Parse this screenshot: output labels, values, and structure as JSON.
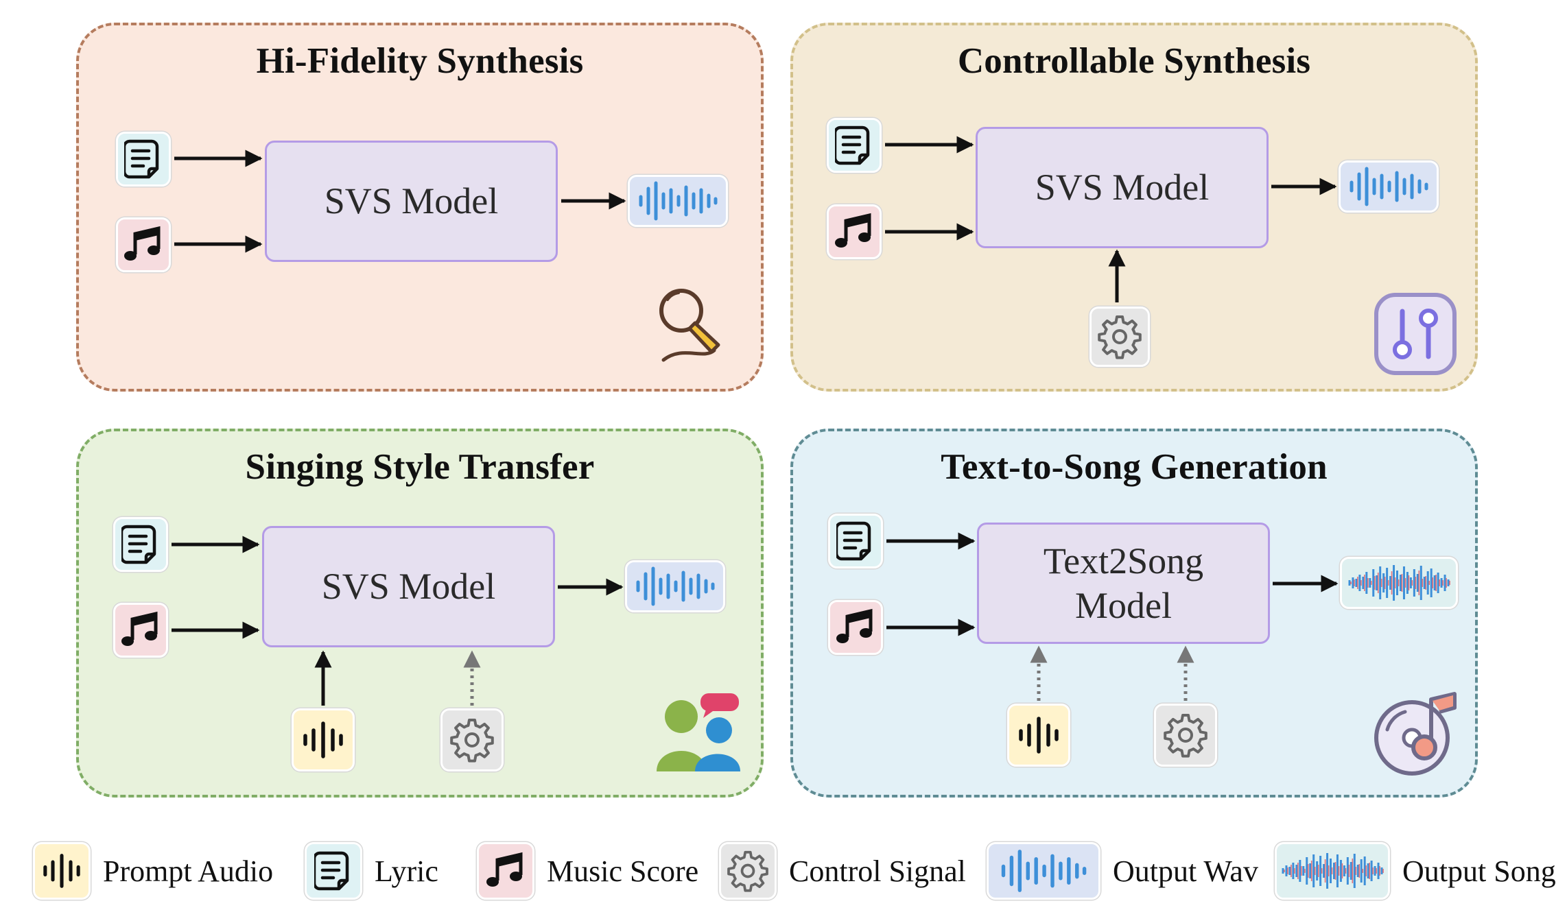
{
  "panels": {
    "hifi": {
      "title": "Hi-Fidelity Synthesis",
      "model": "SVS Model",
      "corner_icon": "microphone-icon",
      "bg": "#fbe8de",
      "border": "#b57c5e"
    },
    "ctrl": {
      "title": "Controllable Synthesis",
      "model": "SVS Model",
      "corner_icon": "sliders-icon",
      "bg": "#f4ead6",
      "border": "#d2c08a"
    },
    "style": {
      "title": "Singing Style Transfer",
      "model": "SVS Model",
      "corner_icon": "people-chat-icon",
      "bg": "#e8f2dc",
      "border": "#80ad66"
    },
    "t2s": {
      "title": "Text-to-Song Generation",
      "model_line1": "Text2Song",
      "model_line2": "Model",
      "corner_icon": "music-disc-icon",
      "bg": "#e3f1f7",
      "border": "#5f8c94"
    }
  },
  "legend": [
    {
      "label": "Prompt Audio",
      "icon": "prompt-audio-icon"
    },
    {
      "label": "Lyric",
      "icon": "lyric-icon"
    },
    {
      "label": "Music Score",
      "icon": "music-score-icon"
    },
    {
      "label": "Control Signal",
      "icon": "gear-icon"
    },
    {
      "label": "Output Wav",
      "icon": "waveform-icon"
    },
    {
      "label": "Output Song",
      "icon": "song-waveform-icon"
    }
  ],
  "colors": {
    "model_fill": "#e6e0f0",
    "model_border": "#b49be6",
    "wave_blue": "#3d8fd8",
    "wave_red": "#e0707a",
    "gear": "#666666",
    "slider": "#7b6fe0"
  }
}
